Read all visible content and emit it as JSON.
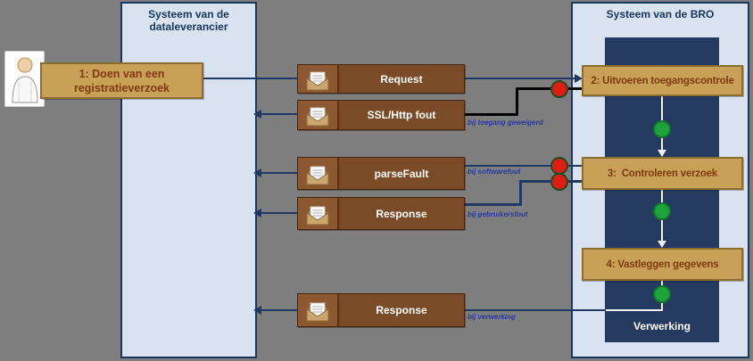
{
  "lanes": {
    "supplier": {
      "title": "Systeem van de dataleverancier"
    },
    "bro": {
      "title": "Systeem van de BRO",
      "processing_label": "Verwerking"
    }
  },
  "actor": {
    "description": "dataleverancier persoon"
  },
  "activities": [
    {
      "label": "1: Doen van een registratieverzoek"
    },
    {
      "label": "2: Uitvoeren toegangscontrole"
    },
    {
      "label": "3:  Controleren verzoek"
    },
    {
      "label": "4: Vastleggen gegevens"
    }
  ],
  "messages": [
    {
      "label": "Request",
      "annotation": ""
    },
    {
      "label": "SSL/Http fout",
      "annotation": "bij toegang geweigerd"
    },
    {
      "label": "parseFault",
      "annotation": "bij softwarefout"
    },
    {
      "label": "Response",
      "annotation": "bij gebruikersfout"
    },
    {
      "label": "Response",
      "annotation": "bij verwerking"
    }
  ],
  "colors": {
    "background": "#7e7e7e",
    "lane_fill": "#d9e2ef",
    "lane_border": "#17375e",
    "processing_rect": "#243a60",
    "activity_fill": "#c8a057",
    "activity_text": "#7e3b0f",
    "message_fill": "#7b4a26",
    "line_navy": "#1f3864",
    "line_black": "#000000",
    "line_white": "#f2f2f2",
    "status_error": "#dc1d12",
    "status_ok": "#1ca33b",
    "annotation_text": "#2638a8"
  }
}
